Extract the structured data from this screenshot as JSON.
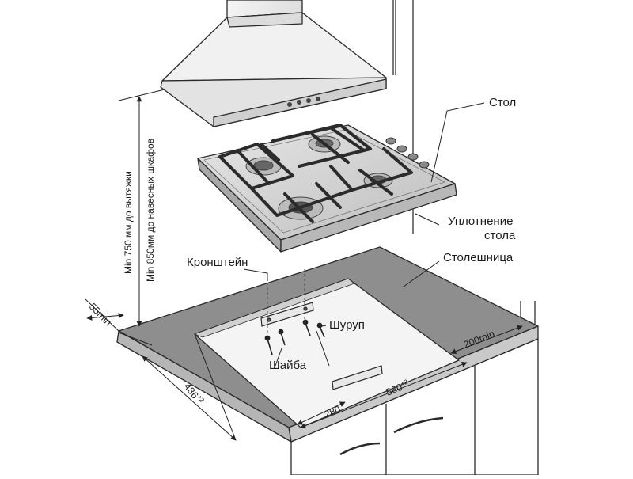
{
  "labels": {
    "table": "Стол",
    "seal_line1": "Уплотнение",
    "seal_line2": "стола",
    "countertop": "Столешница",
    "bracket": "Кронштейн",
    "screw": "Шуруп",
    "washer": "Шайба"
  },
  "clearances": {
    "to_hood": "Min 750 мм до вытяжки",
    "to_cabinets": "Min 850мм до навесных шкафов"
  },
  "dimensions": {
    "back_min": "55min",
    "side_min": "200min",
    "cutout_depth": "486",
    "cutout_depth_tol": "+2",
    "cutout_width": "560",
    "cutout_width_tol": "+2",
    "bracket_offset": "280"
  },
  "colors": {
    "line": "#2a2a2a",
    "countertop": "#8e8e8e",
    "cutout": "#f4f4f4",
    "hob_steel": "#d4d4d4",
    "grate": "#2b2b2b"
  }
}
